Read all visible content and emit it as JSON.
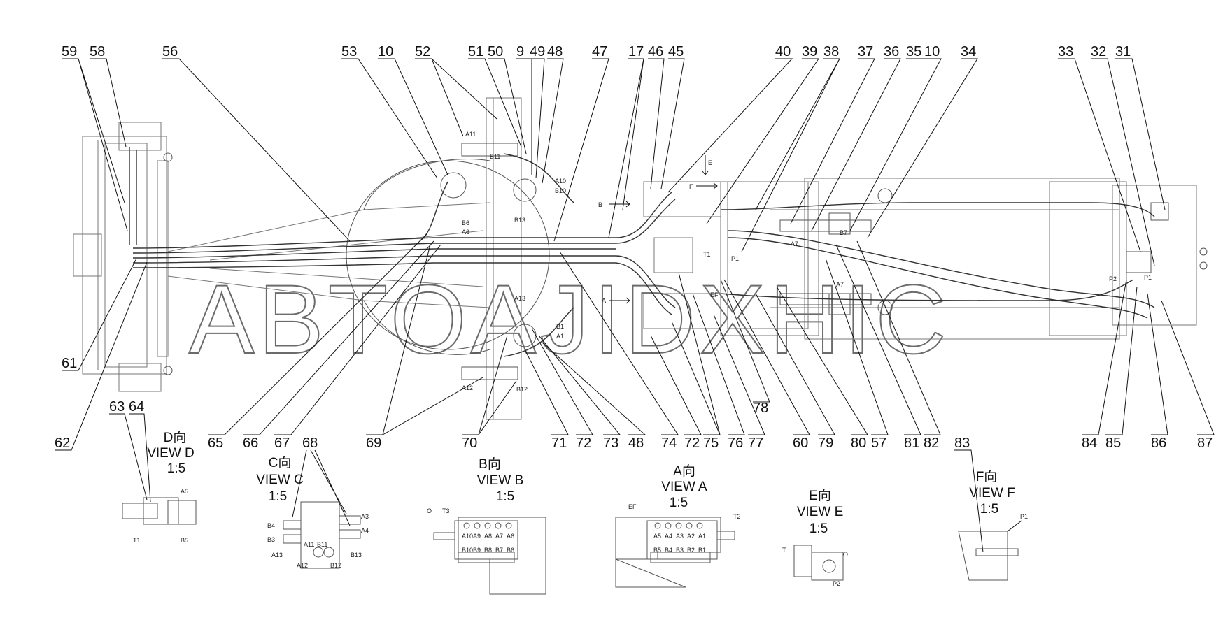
{
  "watermark": "ABTOAJIDXHIC",
  "top_callouts": [
    "59",
    "58",
    "56",
    "53",
    "10",
    "52",
    "51",
    "50",
    "9",
    "49",
    "48",
    "47",
    "17",
    "46",
    "45",
    "40",
    "39",
    "38",
    "37",
    "36",
    "35",
    "10",
    "34",
    "33",
    "32",
    "31"
  ],
  "side_callouts": [
    "61",
    "62"
  ],
  "bottom_callouts": [
    "65",
    "66",
    "67",
    "69",
    "70",
    "71",
    "72",
    "73",
    "48",
    "74",
    "72",
    "75",
    "76",
    "77",
    "60",
    "79",
    "80",
    "57",
    "81",
    "82",
    "84",
    "85",
    "86",
    "87",
    "78"
  ],
  "view_callouts": [
    "63",
    "64",
    "68",
    "83"
  ],
  "views": {
    "d": {
      "cn": "D向",
      "en": "VIEW D",
      "scale": "1:5"
    },
    "c": {
      "cn": "C向",
      "en": "VIEW C",
      "scale": "1:5"
    },
    "b": {
      "cn": "B向",
      "en": "VIEW B",
      "scale": "1:5"
    },
    "a": {
      "cn": "A向",
      "en": "VIEW A",
      "scale": "1:5"
    },
    "e": {
      "cn": "E向",
      "en": "VIEW E",
      "scale": "1:5"
    },
    "f": {
      "cn": "F向",
      "en": "VIEW F",
      "scale": "1:5"
    }
  },
  "main_ports": [
    "A11",
    "B11",
    "A10",
    "B10",
    "B13",
    "B6",
    "A6",
    "A13",
    "B1",
    "A1",
    "A12",
    "B12",
    "B7",
    "A7",
    "A7",
    "T1",
    "P1",
    "EF",
    "P2",
    "P1",
    "B",
    "A",
    "E",
    "F"
  ],
  "port_labels": {
    "d": [
      "A5",
      "T1",
      "B5"
    ],
    "c": [
      "B4",
      "B3",
      "A3",
      "A4",
      "A11",
      "B11",
      "A13",
      "B13",
      "A12",
      "B12"
    ],
    "b": [
      "O",
      "T3",
      "A10",
      "A9",
      "A8",
      "A7",
      "A6",
      "B10",
      "B9",
      "B8",
      "B7",
      "B6"
    ],
    "a": [
      "EF",
      "T2",
      "A5",
      "A4",
      "A3",
      "A2",
      "A1",
      "B5",
      "B4",
      "B3",
      "B2",
      "B1"
    ],
    "e": [
      "T",
      "O",
      "P2"
    ],
    "f": [
      "P1"
    ]
  }
}
